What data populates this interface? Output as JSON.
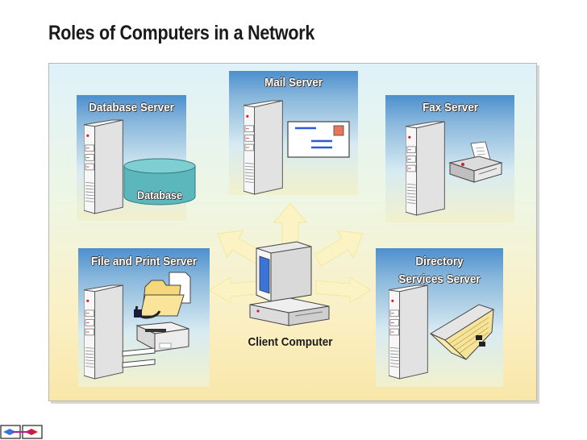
{
  "title": "Roles of Computers in a Network",
  "roles": {
    "database_server": "Database Server",
    "mail_server": "Mail Server",
    "fax_server": "Fax Server",
    "file_print_server": "File and Print Server",
    "directory_services_server": "Directory Services Server",
    "client_computer": "Client Computer"
  },
  "database_label": "Database",
  "colors": {
    "box_top": "#4c8fce",
    "box_bottom": "#f2f1cc",
    "panel_top": "#dff2fa",
    "panel_bottom": "#f9e7a9",
    "arrow_fill": "#fbf3c4",
    "server_body": "#f4f4f4",
    "database_cylinder": "#5cb7bd"
  }
}
